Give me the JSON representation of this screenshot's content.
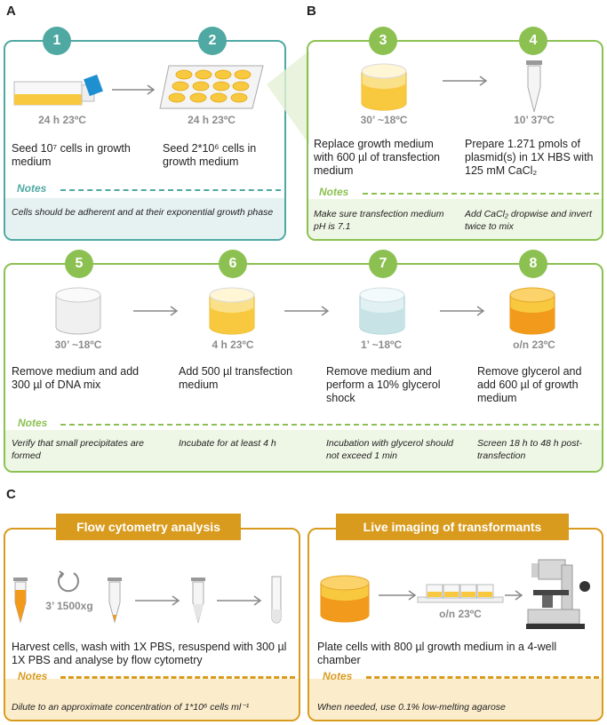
{
  "panels": {
    "a": "A",
    "b": "B",
    "c": "C"
  },
  "notes_label": "Notes",
  "steps": [
    {
      "num": "1",
      "cond": "24 h 23ºC",
      "desc": "Seed 10⁷ cells in growth medium"
    },
    {
      "num": "2",
      "cond": "24 h 23ºC",
      "desc": "Seed 2*10⁶ cells in growth medium"
    },
    {
      "num": "3",
      "cond": "30’ ~18ºC",
      "desc": "Replace growth medium with 600 µl of transfection medium"
    },
    {
      "num": "4",
      "cond": "10’ 37ºC",
      "desc": "Prepare 1.271 pmols of plasmid(s) in 1X HBS with 125 mM CaCl₂"
    },
    {
      "num": "5",
      "cond": "30’ ~18ºC",
      "desc": "Remove medium and add 300 µl of DNA mix"
    },
    {
      "num": "6",
      "cond": "4 h 23ºC",
      "desc": "Add 500 µl transfection medium"
    },
    {
      "num": "7",
      "cond": "1’ ~18ºC",
      "desc": "Remove medium and perform a 10% glycerol shock"
    },
    {
      "num": "8",
      "cond": "o/n 23ºC",
      "desc": "Remove glycerol and add 600 µl of growth medium"
    }
  ],
  "notes": {
    "a": "Cells should be adherent and at their exponential growth phase",
    "b1": "Make sure transfection medium pH is 7.1",
    "b2": "Add CaCl₂ dropwise and invert twice to mix",
    "r1": "Verify that small precipitates are formed",
    "r2": "Incubate for at least 4 h",
    "r3": "Incubation with glycerol should not exceed 1 min",
    "r4": "Screen 18 h to 48 h post-transfection",
    "flow": "Dilute to an approximate concentration of 1*10⁶ cells ml⁻¹",
    "live": "When needed, use 0.1% low-melting agarose"
  },
  "flow": {
    "title": "Flow cytometry analysis",
    "cond": "3’ 1500xg",
    "desc": "Harvest cells, wash with 1X PBS, resuspend with 300 µl 1X PBS and analyse by flow cytometry"
  },
  "live": {
    "title": "Live imaging of transformants",
    "cond": "o/n 23ºC",
    "desc": "Plate cells with 800 µl growth medium in a 4-well chamber"
  },
  "colors": {
    "teal": "#4fa9a2",
    "green": "#8cc152",
    "orange": "#d99b1e",
    "medium_yellow": "#f8c93f",
    "medium_orange": "#f29a1b",
    "glycerol_blue": "#c7e3e6"
  }
}
